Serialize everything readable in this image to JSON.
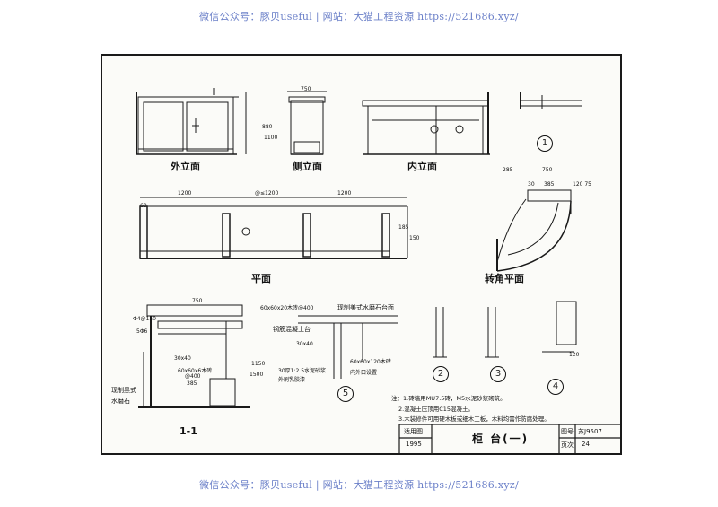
{
  "watermark": {
    "top": "微信公众号：豚贝useful | 网站：大猫工程资源 https://521686.xyz/",
    "bottom": "微信公众号：豚贝useful | 网站：大猫工程资源 https://521686.xyz/"
  },
  "views": {
    "outer_elevation": "外立面",
    "side_elevation": "侧立面",
    "inner_elevation": "内立面",
    "plan": "平面",
    "corner_plan": "转角平面",
    "section_1_1": "1-1"
  },
  "details": {
    "d1": "1",
    "d2": "2",
    "d3": "3",
    "d4": "4",
    "d5": "5"
  },
  "dimensions": {
    "d750_top": "750",
    "d1200_a": "1200",
    "d1200_mid": "@≤1200",
    "d1200_b": "1200",
    "d60": "60",
    "d285": "285",
    "d750_corner": "750",
    "d30": "30",
    "d385": "385",
    "d120": "120",
    "d120_75": "120 75",
    "d750_sec": "750",
    "d385_sec": "385",
    "d880": "880",
    "d1100": "1100",
    "d1150": "1150",
    "d150_side": "150",
    "d185": "185"
  },
  "annotations": {
    "a1": "现制美式水磨石台面",
    "a2": "60x60x20木砖@400",
    "a3": "钢筋混凝土台",
    "a4": "30x40",
    "a5": "60x60x6木砖",
    "a6": "@400",
    "a7": "现制黑式",
    "a8": "水磨石",
    "a9": "30x40",
    "a10": "30厚1:2.5水泥砂浆",
    "a11": "外刷乳胶漆",
    "a12": "内外口设置",
    "a13": "60x60x120木砖",
    "a14": "Φ4@150",
    "a15": "5Φ6",
    "a16": "1500"
  },
  "notes": [
    "注：1.砖墙用MU7.5砖，M5水泥砂浆砌筑。",
    "2.混凝土压顶用C15混凝土。",
    "3.木装修件可用硬木板或细木工板，木料均需作防腐处理。"
  ],
  "title_block": {
    "label_code": "适用图",
    "year": "1995",
    "title": "柜 台(一)",
    "atlas_label": "图号",
    "atlas_value": "苏J9507",
    "page_label": "页次",
    "page_value": "24"
  }
}
